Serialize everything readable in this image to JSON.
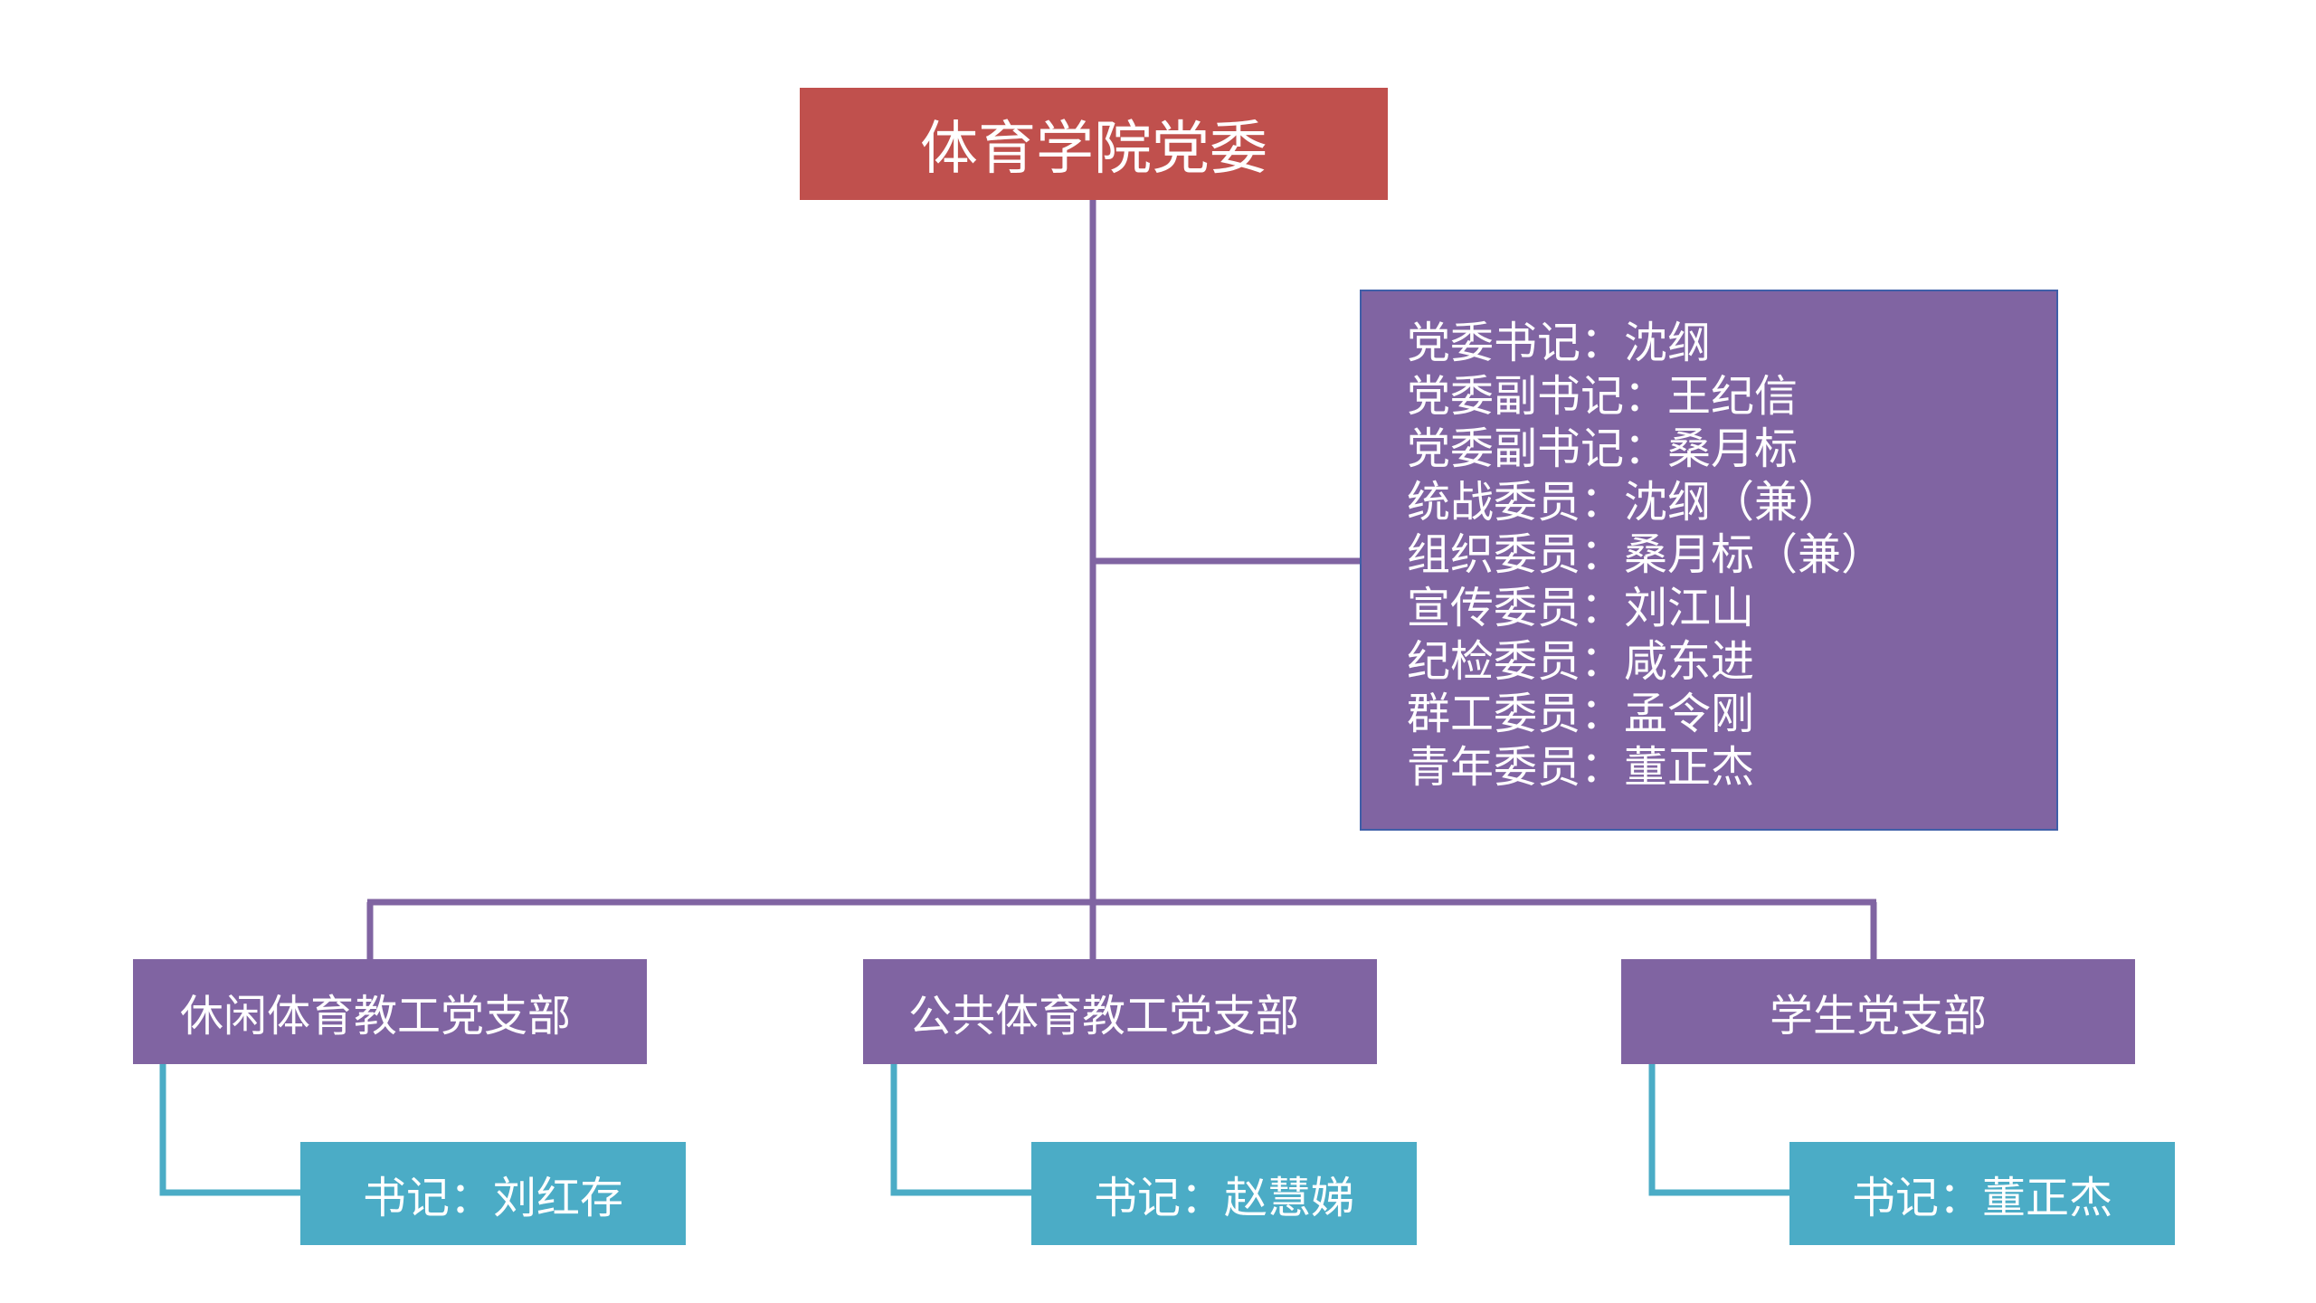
{
  "root": {
    "title": "体育学院党委"
  },
  "committee": {
    "members": [
      "党委书记：沈纲",
      "党委副书记：王纪信",
      "党委副书记：桑月标",
      "统战委员：沈纲（兼）",
      "组织委员：桑月标（兼）",
      "宣传委员：刘江山",
      "纪检委员：咸东进",
      "群工委员：孟令刚",
      "青年委员：董正杰"
    ]
  },
  "branches": [
    {
      "name": "休闲体育教工党支部",
      "secretary": "书记：刘红存"
    },
    {
      "name": "公共体育教工党支部",
      "secretary": "书记：赵慧娣"
    },
    {
      "name": "学生党支部",
      "secretary": "书记：董正杰"
    }
  ],
  "colors": {
    "root": "#c0504d",
    "purple": "#8064a2",
    "teal": "#4bacc6",
    "committee_border": "#3f5fa8"
  }
}
